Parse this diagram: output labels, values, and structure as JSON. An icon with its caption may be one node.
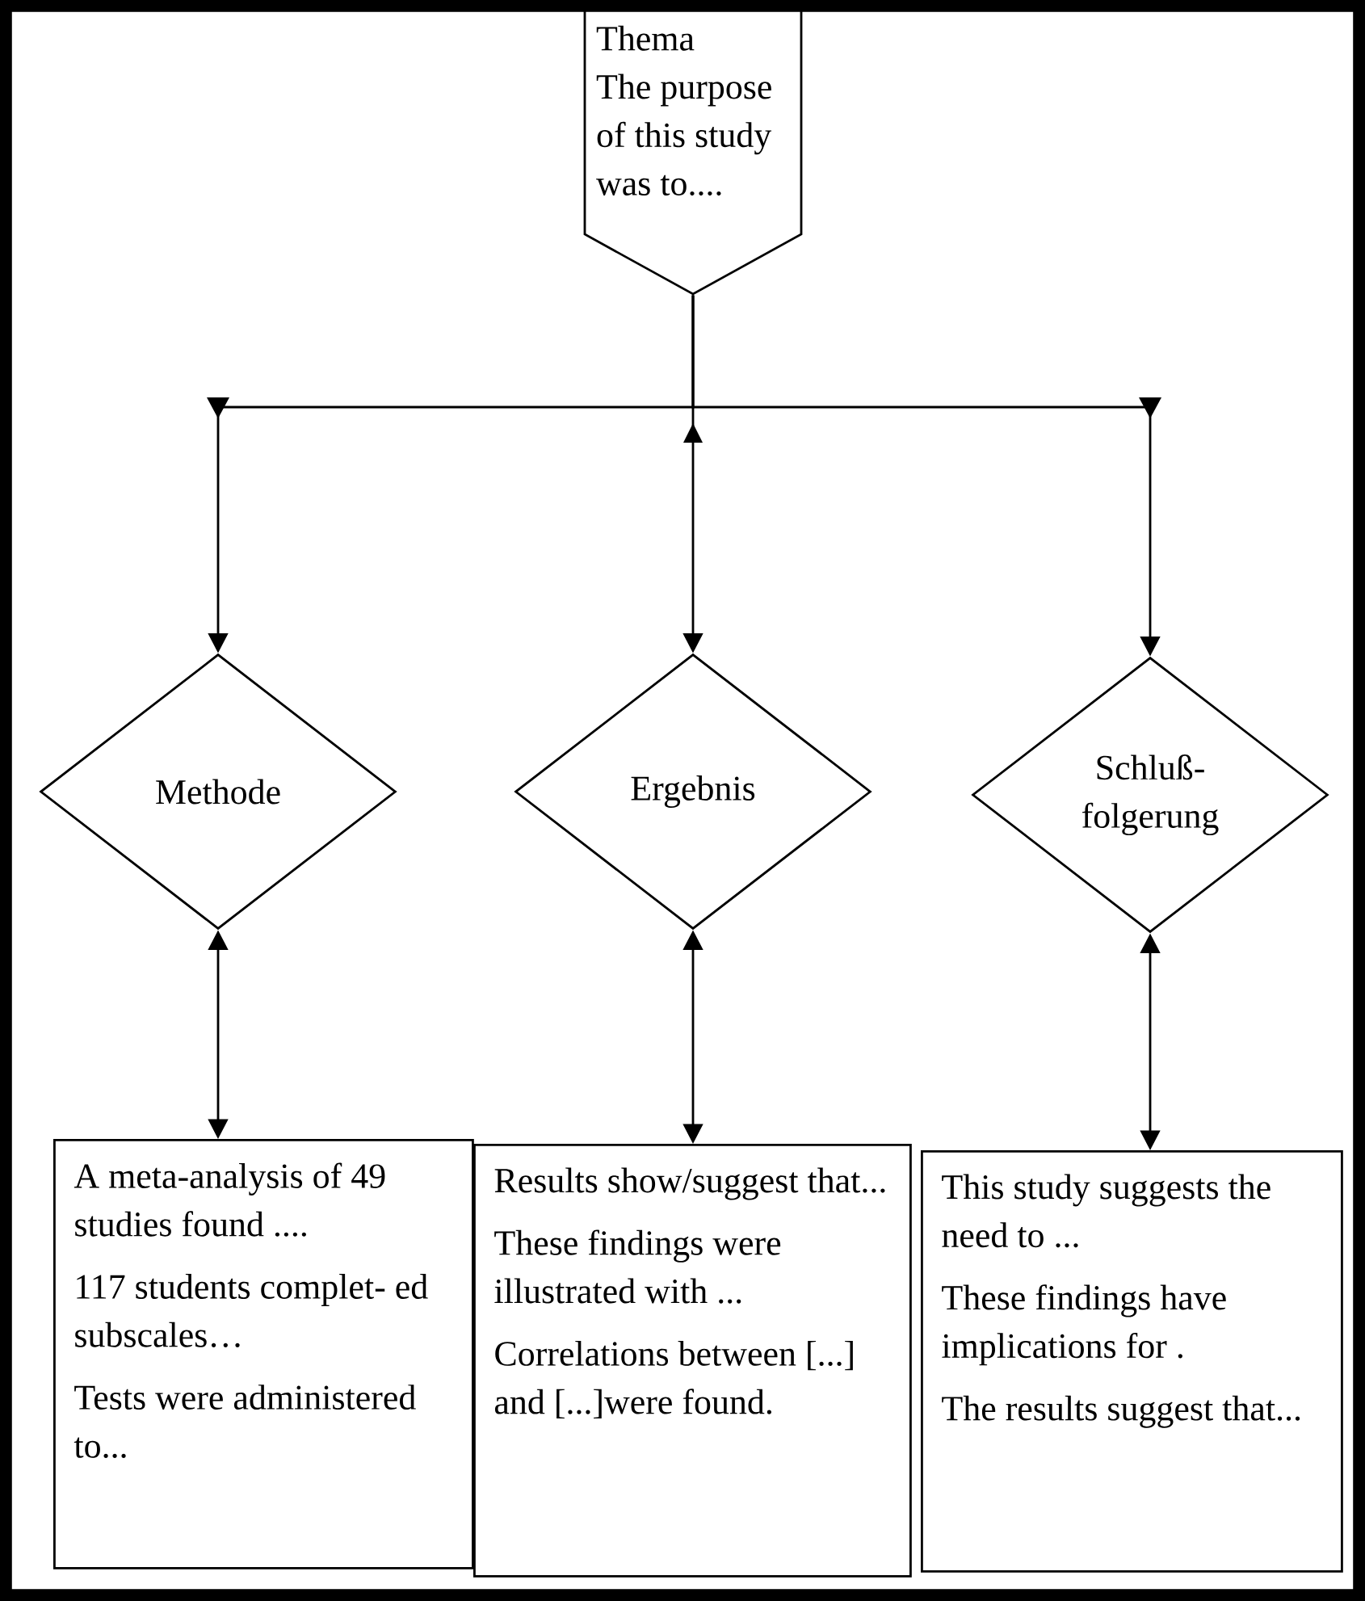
{
  "diagram": {
    "nodes": [
      {
        "text": [
          "Thema",
          "The purpose of this study was to...."
        ]
      },
      {
        "text": [
          "Methode"
        ]
      },
      {
        "text": [
          "Ergebnis"
        ]
      },
      {
        "text": [
          "Schluß- folgerung"
        ]
      },
      {
        "text": [
          "A meta-analysis of 49 studies found ....",
          "117 students complet- ed subscales…",
          "Tests were administered to..."
        ]
      },
      {
        "text": [
          "Results show/suggest that...",
          "These findings were illustrated with ...",
          "Correlations between [...] and [...]were found."
        ]
      },
      {
        "text": [
          "This study suggests the need to ...",
          "These findings have implications for .",
          "The results suggest that..."
        ]
      }
    ],
    "edges": [
      {
        "from": 0,
        "to": 1,
        "arrow": "to"
      },
      {
        "from": 0,
        "to": 2,
        "arrow": "to"
      },
      {
        "from": 0,
        "to": 3,
        "arrow": "to"
      },
      {
        "from": 1,
        "to": 4,
        "arrow": "both"
      },
      {
        "from": 2,
        "to": 5,
        "arrow": "both"
      },
      {
        "from": 3,
        "to": 6,
        "arrow": "both"
      }
    ]
  }
}
